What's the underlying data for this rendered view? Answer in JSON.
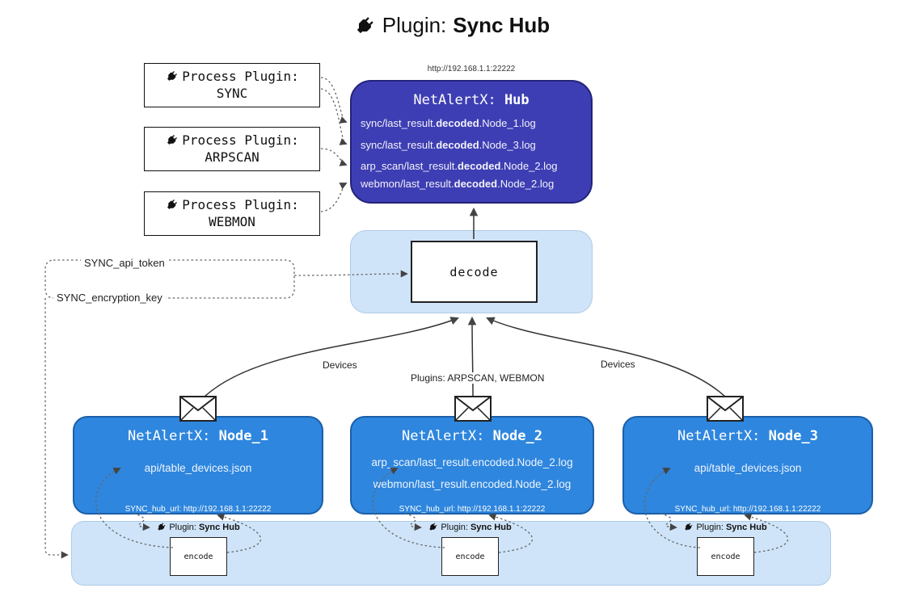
{
  "title": {
    "prefix": "Plugin: ",
    "name": "Sync Hub"
  },
  "process_plugins": {
    "heading": "Process Plugin:",
    "items": [
      {
        "name": "SYNC"
      },
      {
        "name": "ARPSCAN"
      },
      {
        "name": "WEBMON"
      }
    ]
  },
  "hub": {
    "url": "http://192.168.1.1:22222",
    "title_prefix": "NetAlertX: ",
    "title_name": "Hub",
    "logs": [
      {
        "pre": "sync/last_result.",
        "mid": "decoded",
        "post": ".Node_1.log"
      },
      {
        "pre": "sync/last_result.",
        "mid": "decoded",
        "post": ".Node_3.log"
      },
      {
        "pre": "arp_scan/last_result.",
        "mid": "decoded",
        "post": ".Node_2.log"
      },
      {
        "pre": "webmon/last_result.",
        "mid": "decoded",
        "post": ".Node_2.log"
      }
    ]
  },
  "decode": {
    "label": "decode"
  },
  "secrets": {
    "api_token": "SYNC_api_token",
    "encryption_key": "SYNC_encryption_key"
  },
  "flow_labels": {
    "left": "Devices",
    "center": "Plugins: ARPSCAN, WEBMON",
    "right": "Devices"
  },
  "nodes": [
    {
      "title_prefix": "NetAlertX: ",
      "title_name": "Node_1",
      "files": [
        "api/table_devices.json"
      ],
      "hub_url": "SYNC_hub_url: http://192.168.1.1:22222"
    },
    {
      "title_prefix": "NetAlertX: ",
      "title_name": "Node_2",
      "files": [
        "arp_scan/last_result.encoded.Node_2.log",
        "webmon/last_result.encoded.Node_2.log"
      ],
      "hub_url": "SYNC_hub_url: http://192.168.1.1:22222"
    },
    {
      "title_prefix": "NetAlertX: ",
      "title_name": "Node_3",
      "files": [
        "api/table_devices.json"
      ],
      "hub_url": "SYNC_hub_url: http://192.168.1.1:22222"
    }
  ],
  "sync_plugin": {
    "label_prefix": "Plugin: ",
    "label_name": "Sync Hub",
    "encode_label": "encode"
  },
  "colors": {
    "hub_bg": "#3e3eb4",
    "node_bg": "#2e86de",
    "panel_bg": "#cfe4f8"
  }
}
